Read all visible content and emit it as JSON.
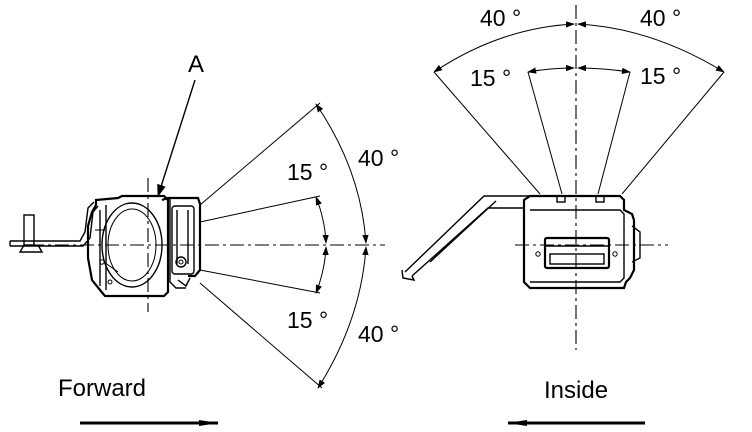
{
  "callout": {
    "part_label": "A"
  },
  "side_view": {
    "inner_top": "15 °",
    "inner_bottom": "15 °",
    "outer_top": "40 °",
    "outer_bottom": "40 °",
    "direction_label": "Forward"
  },
  "front_view": {
    "outer_left": "40 °",
    "outer_right": "40 °",
    "inner_left": "15 °",
    "inner_right": "15 °",
    "direction_label": "Inside"
  }
}
